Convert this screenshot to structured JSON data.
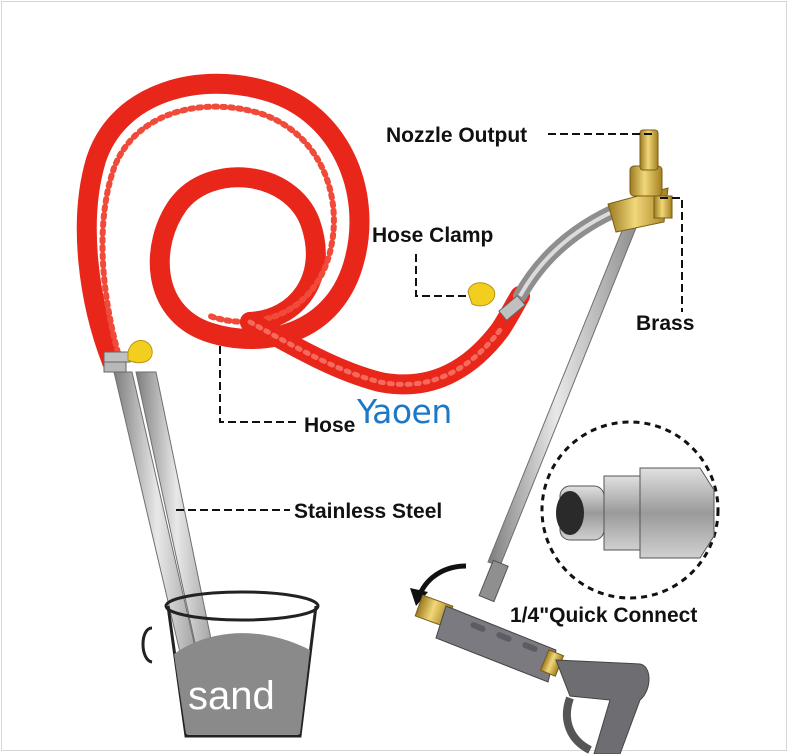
{
  "brand": {
    "name": "Yaoen",
    "color": "#1d78c8"
  },
  "labels": {
    "nozzle_output": "Nozzle Output",
    "hose_clamp": "Hose Clamp",
    "brass": "Brass",
    "hose": "Hose",
    "stainless_steel": "Stainless Steel",
    "quick_connect": "1/4\"Quick Connect",
    "sand": "sand"
  },
  "colors": {
    "hose": "#e8261a",
    "steel": "#a9a9a9",
    "brass": "#c8a43a",
    "clamp": "#f2cf1f",
    "gun": "#6e6e72"
  }
}
